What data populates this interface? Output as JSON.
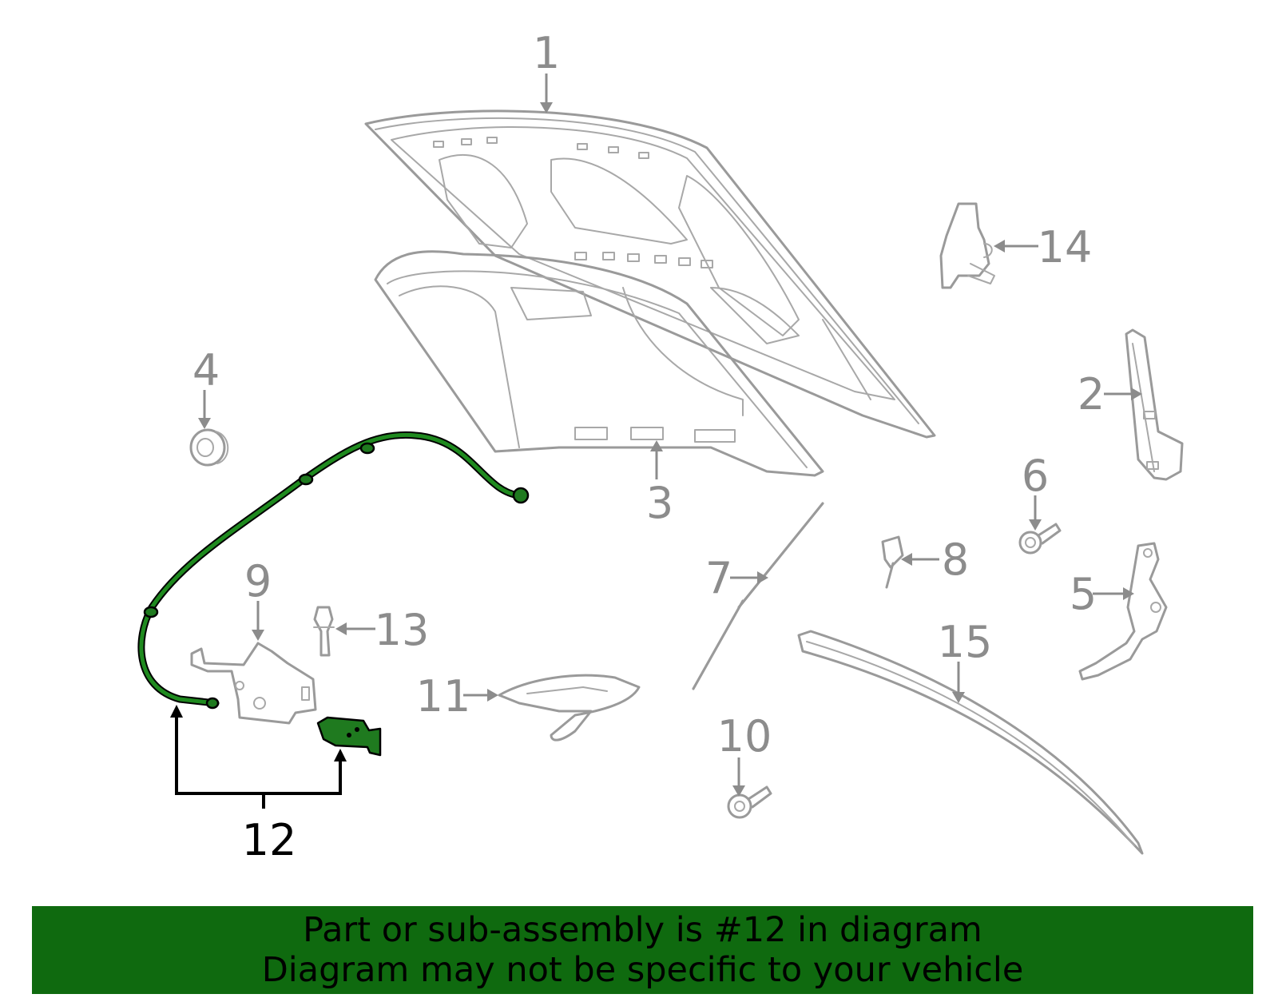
{
  "callouts": {
    "c1": "1",
    "c2": "2",
    "c3": "3",
    "c4": "4",
    "c5": "5",
    "c6": "6",
    "c7": "7",
    "c8": "8",
    "c9": "9",
    "c10": "10",
    "c11": "11",
    "c12": "12",
    "c13": "13",
    "c14": "14",
    "c15": "15"
  },
  "highlight_color": "#0f6a0f",
  "banner": {
    "line1": "Part or sub-assembly is #12 in diagram",
    "line2": "Diagram may not be specific to your vehicle"
  }
}
